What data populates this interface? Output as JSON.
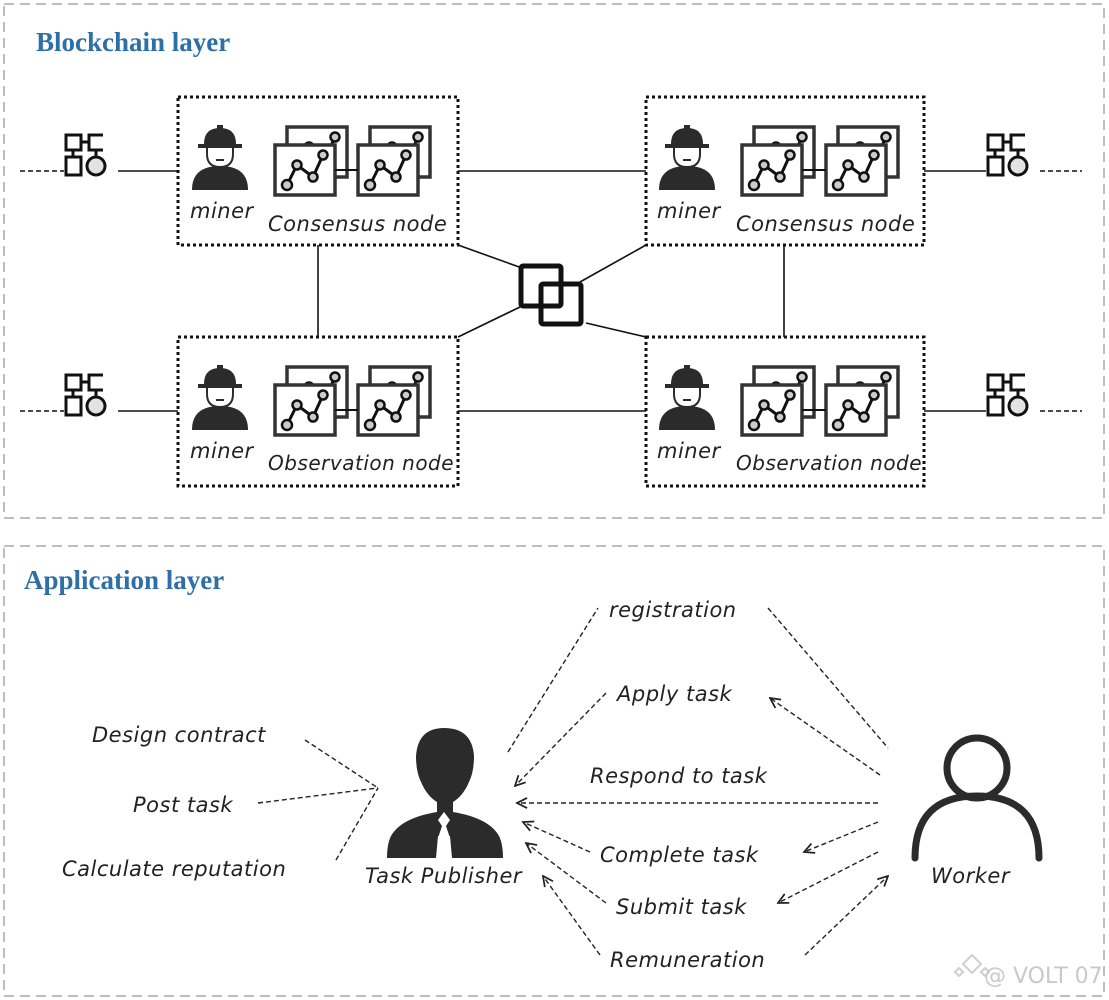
{
  "blockchain_layer": {
    "title": "Blockchain layer",
    "nodes": [
      {
        "id": "top-left",
        "role_label": "miner",
        "node_label": "Consensus node"
      },
      {
        "id": "top-right",
        "role_label": "miner",
        "node_label": "Consensus node"
      },
      {
        "id": "bottom-left",
        "role_label": "miner",
        "node_label": "Observation node"
      },
      {
        "id": "bottom-right",
        "role_label": "miner",
        "node_label": "Observation node"
      }
    ],
    "center_icon": "blockchain-link-icon",
    "side_icon": "network-topology-icon"
  },
  "application_layer": {
    "title": "Application layer",
    "publisher": {
      "label": "Task Publisher",
      "actions": [
        "Design contract",
        "Post task",
        "Calculate reputation"
      ]
    },
    "worker": {
      "label": "Worker"
    },
    "interactions": [
      {
        "label": "registration"
      },
      {
        "label": "Apply task"
      },
      {
        "label": "Respond to task"
      },
      {
        "label": "Complete task"
      },
      {
        "label": "Submit task"
      },
      {
        "label": "Remuneration"
      }
    ]
  },
  "watermark": {
    "text": "@ VOLT 07"
  },
  "colors": {
    "title_blue": "#2e6fa8",
    "ink": "#222222",
    "frame_gray": "#a8a8a8",
    "icon_dark": "#2b2b2b"
  }
}
